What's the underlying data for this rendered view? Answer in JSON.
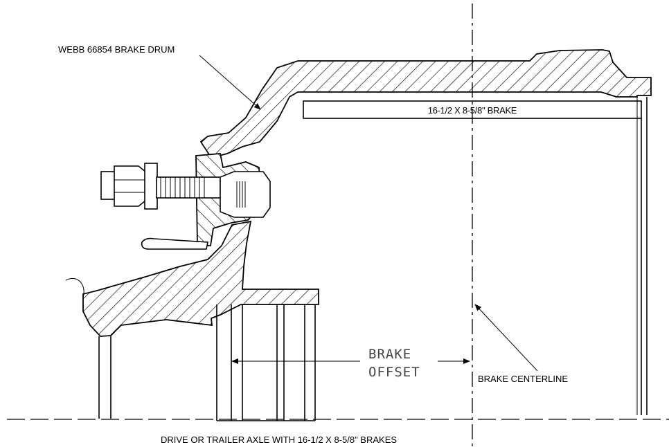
{
  "labels": {
    "brake_drum": "WEBB 66854 BRAKE DRUM",
    "brake_size": "16-1/2 X 8-5/8\" BRAKE",
    "offset_line1": "BRAKE",
    "offset_line2": "OFFSET",
    "centerline": "BRAKE CENTERLINE",
    "axle": "DRIVE OR TRAILER AXLE WITH 16-1/2 X 8-5/8\" BRAKES"
  }
}
